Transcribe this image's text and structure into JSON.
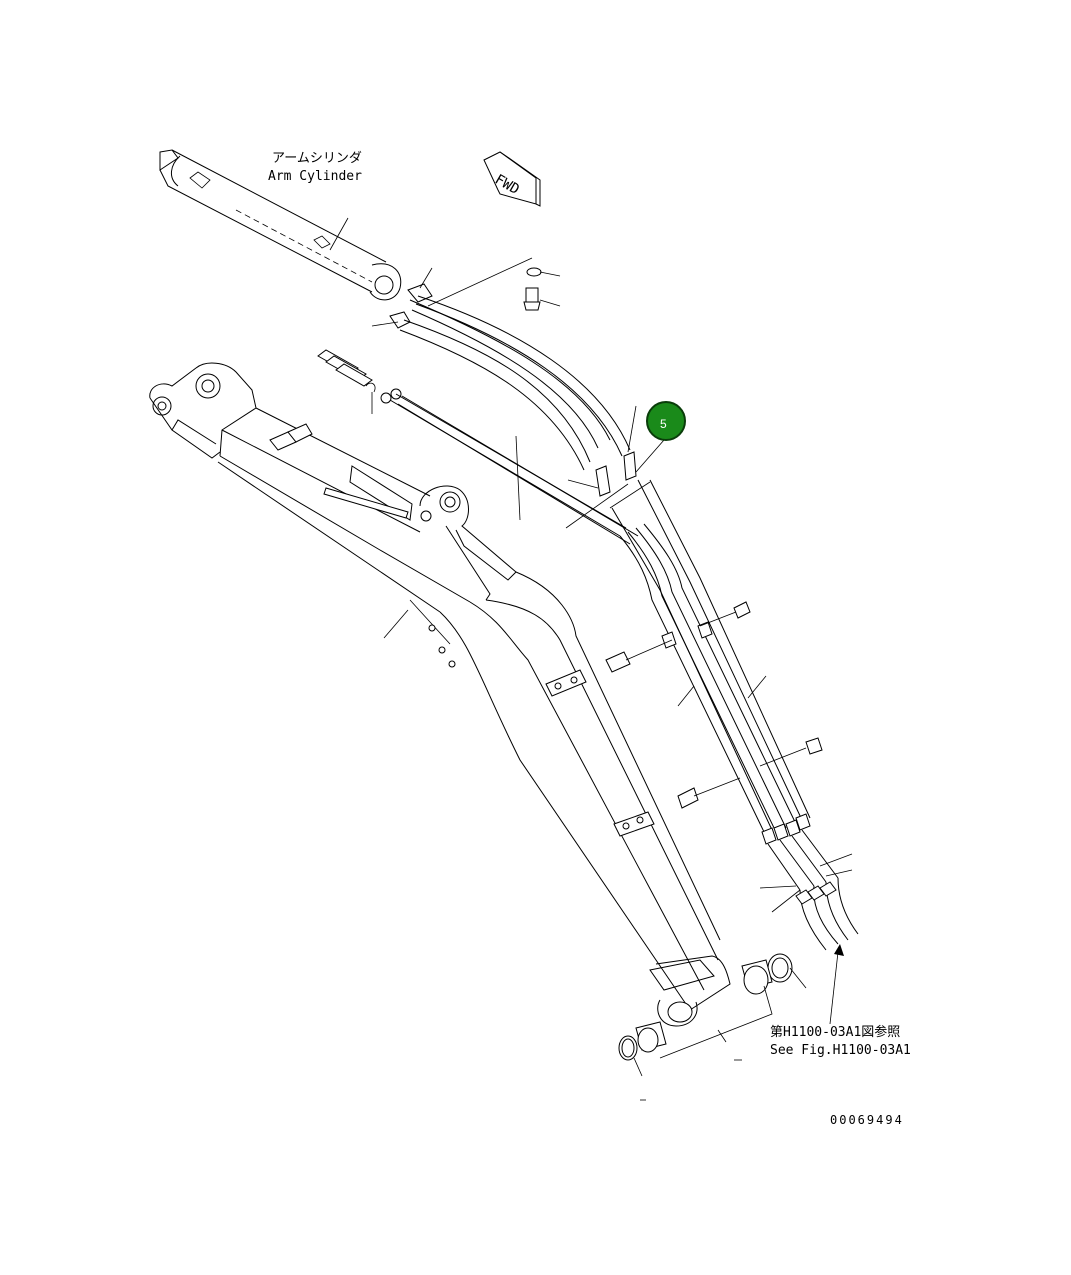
{
  "labels": {
    "arm_cylinder_jp": "アームシリンダ",
    "arm_cylinder_en": "Arm Cylinder",
    "fwd": "FWD",
    "see_fig_jp": "第H1100-03A1図参照",
    "see_fig_en": "See Fig.H1100-03A1",
    "drawing_number": "00069494"
  },
  "callouts": [
    {
      "number": "5",
      "color": "#1a8a1a"
    }
  ],
  "colors": {
    "line": "#000000",
    "background": "#ffffff",
    "callout_fill": "#1a8a1a",
    "callout_border": "#0a3d0a"
  }
}
